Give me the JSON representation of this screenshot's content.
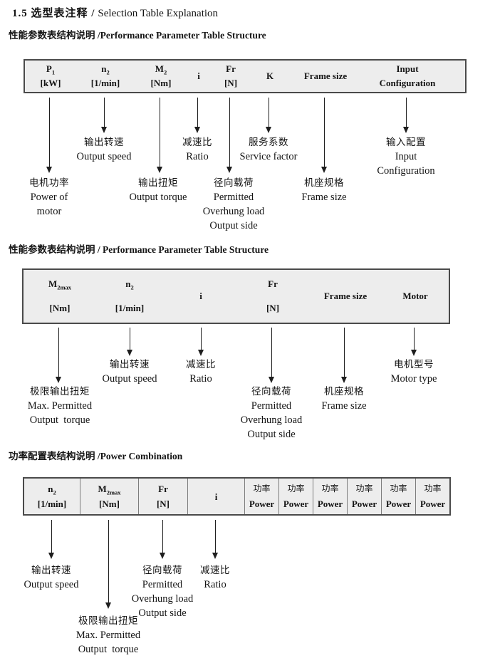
{
  "colors": {
    "table_bg": "#ededed",
    "table_border": "#4a4a4a",
    "text": "#141414"
  },
  "title": {
    "zh": "1.5 选型表注释 /",
    "en": "Selection Table Explanation"
  },
  "section1": {
    "heading": "性能参数表结构说明 /Performance Parameter Table Structure",
    "columns": [
      {
        "main": "P",
        "sub": "1",
        "unit": "[kW]"
      },
      {
        "main": "n",
        "sub": "2",
        "unit": "[1/min]"
      },
      {
        "main": "M",
        "sub": "2",
        "unit": "[Nm]"
      },
      {
        "main": "i",
        "sub": "",
        "unit": ""
      },
      {
        "main": "Fr",
        "sub": "",
        "unit": "[N]"
      },
      {
        "main": "K",
        "sub": "",
        "unit": ""
      },
      {
        "main": "Frame size",
        "sub": "",
        "unit": ""
      },
      {
        "main": "Input",
        "sub": "",
        "unit": "Configuration"
      }
    ],
    "callouts": {
      "power_of_motor": [
        "电机功率",
        "Power of",
        "motor"
      ],
      "output_speed": [
        "输出转速",
        "Output speed"
      ],
      "output_torque": [
        "输出扭矩",
        "Output torque"
      ],
      "ratio": [
        "减速比",
        "Ratio"
      ],
      "overhung_load": [
        "径向载荷",
        "Permitted",
        "Overhung load",
        "Output side"
      ],
      "service_factor": [
        "服务系数",
        "Service factor"
      ],
      "frame_size": [
        "机座规格",
        "Frame size"
      ],
      "input_configuration": [
        "输入配置",
        "Input",
        "Configuration"
      ]
    }
  },
  "section2": {
    "heading": "性能参数表结构说明 / Performance Parameter Table Structure",
    "columns": [
      {
        "main": "M",
        "sub": "2max",
        "unit": "[Nm]"
      },
      {
        "main": "n",
        "sub": "2",
        "unit": "[1/min]"
      },
      {
        "main": "i",
        "sub": "",
        "unit": ""
      },
      {
        "main": "Fr",
        "sub": "",
        "unit": "[N]"
      },
      {
        "main": "Frame size",
        "sub": "",
        "unit": ""
      },
      {
        "main": "Motor",
        "sub": "",
        "unit": ""
      }
    ],
    "callouts": {
      "max_output_torque": [
        "极限输出扭矩",
        "Max. Permitted",
        "Output  torque"
      ],
      "output_speed": [
        "输出转速",
        "Output speed"
      ],
      "ratio": [
        "减速比",
        "Ratio"
      ],
      "overhung_load": [
        "径向载荷",
        "Permitted",
        "Overhung load",
        "Output side"
      ],
      "frame_size": [
        "机座规格",
        "Frame size"
      ],
      "motor_type": [
        "电机型号",
        "Motor type"
      ]
    }
  },
  "section3": {
    "heading": "功率配置表结构说明 /Power Combination",
    "columns": [
      {
        "main": "n",
        "sub": "2",
        "unit": "[1/min]"
      },
      {
        "main": "M",
        "sub": "2max",
        "unit": "[Nm]"
      },
      {
        "main": "Fr",
        "sub": "",
        "unit": "[N]"
      },
      {
        "main": "i",
        "sub": "",
        "unit": ""
      }
    ],
    "power_columns": [
      {
        "cn": "功率",
        "en": "Power"
      },
      {
        "cn": "功率",
        "en": "Power"
      },
      {
        "cn": "功率",
        "en": "Power"
      },
      {
        "cn": "功率",
        "en": "Power"
      },
      {
        "cn": "功率",
        "en": "Power"
      },
      {
        "cn": "功率",
        "en": "Power"
      }
    ],
    "callouts": {
      "output_speed": [
        "输出转速",
        "Output speed"
      ],
      "max_output_torque": [
        "极限输出扭矩",
        "Max. Permitted",
        "Output  torque"
      ],
      "overhung_load": [
        "径向载荷",
        "Permitted",
        "Overhung load",
        "Output side"
      ],
      "ratio": [
        "减速比",
        "Ratio"
      ]
    }
  }
}
